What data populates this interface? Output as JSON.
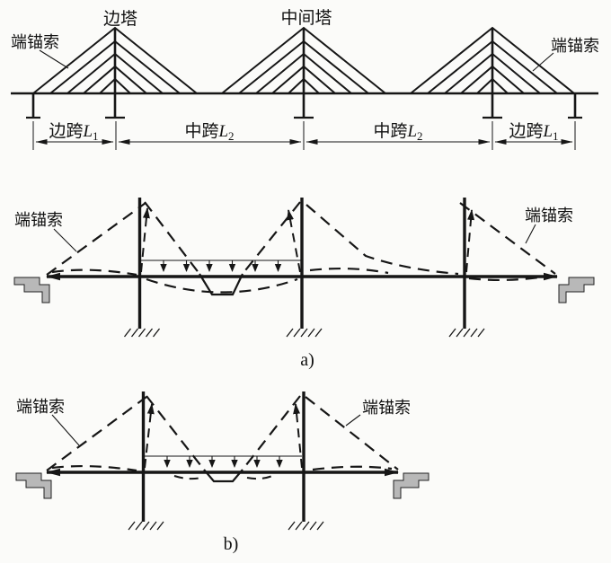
{
  "colors": {
    "ink": "#161616",
    "paper": "#fbfbf9",
    "abutment_fill": "#b8b8b8"
  },
  "top": {
    "anchor_left": "端锚索",
    "tower_side": "边塔",
    "tower_mid": "中间塔",
    "anchor_right": "端锚索",
    "dims": [
      {
        "span": "边跨",
        "sym": "L",
        "sub": "1"
      },
      {
        "span": "中跨",
        "sym": "L",
        "sub": "2"
      },
      {
        "span": "中跨",
        "sym": "L",
        "sub": "2"
      },
      {
        "span": "边跨",
        "sym": "L",
        "sub": "1"
      }
    ]
  },
  "a": {
    "anchor_left": "端锚索",
    "anchor_right": "端锚索",
    "caption": "a)"
  },
  "b": {
    "anchor_left": "端锚索",
    "anchor_right": "端锚索",
    "caption": "b)"
  }
}
